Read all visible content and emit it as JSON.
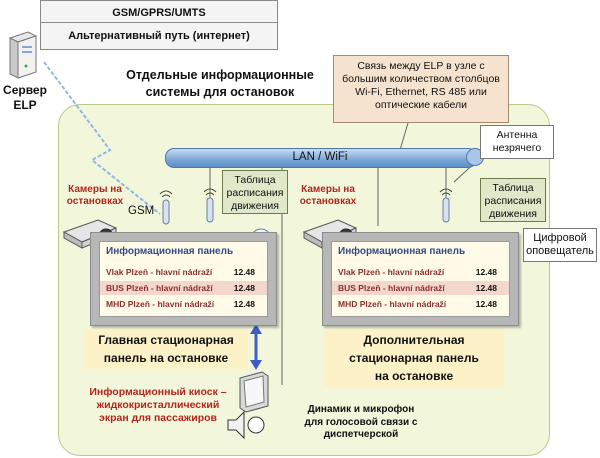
{
  "gsm_box": {
    "line1": "GSM/GPRS/UMTS",
    "line2": "Альтернативный путь (интернет)"
  },
  "server": {
    "line1": "Сервер",
    "line2": "ELP"
  },
  "separate_systems": {
    "line1": "Отдельные информационные",
    "line2": "системы для остановок"
  },
  "elp_note": {
    "line1": "Связь между ELP в узле с",
    "line2": "большим количеством столбцов",
    "line3": "Wi-Fi, Ethernet, RS 485 или",
    "line4": "оптические кабели"
  },
  "lan_label": "LAN / WiFi",
  "antenna_note": {
    "line1": "Антенна",
    "line2": "незрячего"
  },
  "cameras_left": {
    "line1": "Камеры на",
    "line2": "остановках"
  },
  "cameras_right": {
    "line1": "Камеры на",
    "line2": "остановках"
  },
  "gsm_label": "GSM",
  "schedule_table_left": {
    "line1": "Таблица",
    "line2": "расписания",
    "line3": "движения"
  },
  "schedule_table_right": {
    "line1": "Таблица",
    "line2": "расписания",
    "line3": "движения"
  },
  "digital_announcer": {
    "line1": "Цифровой",
    "line2": "оповещатель"
  },
  "panel_left": {
    "header": "Информационная панель",
    "rows": [
      {
        "name": "Vlak Plzeň - hlavní nádraží",
        "time": "12.48"
      },
      {
        "name": "BUS  Plzeň - hlavní nádraží",
        "time": "12.48"
      },
      {
        "name": "MHD  Plzeň - hlavní nádraží",
        "time": "12.48"
      }
    ]
  },
  "panel_right": {
    "header": "Информационная панель",
    "rows": [
      {
        "name": "Vlak Plzeň - hlavní nádraží",
        "time": "12.48"
      },
      {
        "name": "BUS  Plzeň - hlavní nádraží",
        "time": "12.48"
      },
      {
        "name": "MHD  Plzeň - hlavní nádraží",
        "time": "12.48"
      }
    ]
  },
  "main_panel_label": {
    "line1": "Главная стационарная",
    "line2": "панель на остановке"
  },
  "extra_panel_label": {
    "line1": "Дополнительная",
    "line2": "стационарная панель",
    "line3": "на остановке"
  },
  "kiosk_label": {
    "line1": "Информационный киоск –",
    "line2": "жидкокристаллический",
    "line3": "экран для пассажиров"
  },
  "speaker_label": {
    "line1": "Динамик и микрофон",
    "line2": "для голосовой связи с",
    "line3": "диспетчерской"
  }
}
